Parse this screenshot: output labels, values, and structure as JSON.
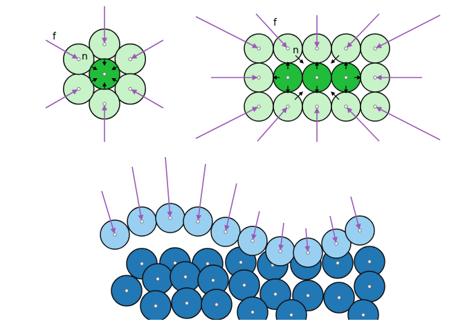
{
  "labels": {
    "left_force": "f",
    "left_normal": "n",
    "right_force": "f",
    "right_normal": "n"
  },
  "colors": {
    "outer_green": "#c8f2c8",
    "inner_green": "#21bc3a",
    "light_blue": "#99d0f2",
    "dark_blue": "#2277b5",
    "outline": "#111111",
    "force_arrow": "#9b59b6",
    "normal_arrow": "#000000",
    "center_dot": "#777777"
  }
}
